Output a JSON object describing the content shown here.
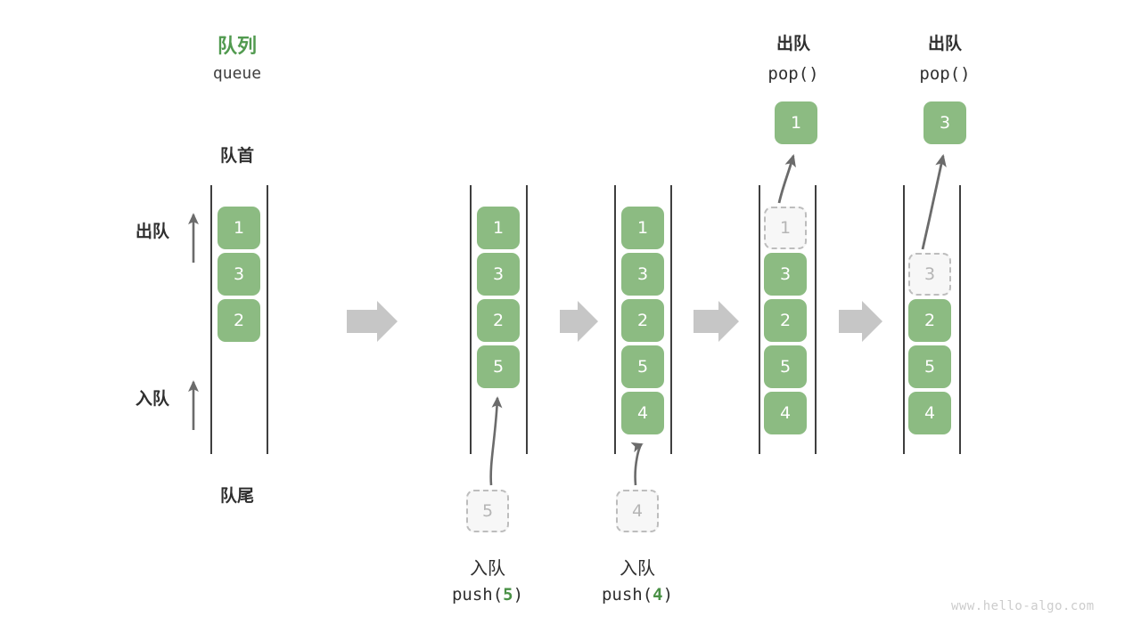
{
  "diagram": {
    "title_cn": "队列",
    "title_en": "queue",
    "front_label": "队首",
    "rear_label": "队尾",
    "dequeue_side_label": "出队",
    "enqueue_side_label": "入队",
    "watermark": "www.hello-algo.com",
    "colors": {
      "node_fill": "#8cbb82",
      "node_text": "#ffffff",
      "ghost_fill": "#f7f7f7",
      "ghost_border": "#bdbdbd",
      "ghost_text": "#b5b5b5",
      "accent_green": "#519a4f",
      "rail": "#3f3f3f",
      "step_arrow": "#c6c6c6",
      "motion_arrow": "#6b6b6b",
      "text": "#2f2f2f",
      "watermark": "#cccccc"
    }
  },
  "steps": [
    {
      "id": "initial",
      "nodes": [
        "1",
        "3",
        "2"
      ],
      "ghost_in_queue": null,
      "result_node": null,
      "incoming_ghost": null,
      "caption_cn": "",
      "caption_code": "",
      "top_label_cn": "",
      "top_label_code": ""
    },
    {
      "id": "push-5",
      "nodes": [
        "1",
        "3",
        "2",
        "5"
      ],
      "ghost_in_queue": null,
      "result_node": null,
      "incoming_ghost": "5",
      "caption_cn": "入队",
      "caption_code_prefix": "push(",
      "caption_code_arg": "5",
      "caption_code_suffix": ")",
      "top_label_cn": "",
      "top_label_code": ""
    },
    {
      "id": "push-4",
      "nodes": [
        "1",
        "3",
        "2",
        "5",
        "4"
      ],
      "ghost_in_queue": null,
      "result_node": null,
      "incoming_ghost": "4",
      "caption_cn": "入队",
      "caption_code_prefix": "push(",
      "caption_code_arg": "4",
      "caption_code_suffix": ")",
      "top_label_cn": "",
      "top_label_code": ""
    },
    {
      "id": "pop-1",
      "nodes": [
        "3",
        "2",
        "5",
        "4"
      ],
      "ghost_in_queue": "1",
      "result_node": "1",
      "incoming_ghost": null,
      "caption_cn": "",
      "caption_code": "",
      "top_label_cn": "出队",
      "top_label_code": "pop()"
    },
    {
      "id": "pop-3",
      "nodes": [
        "2",
        "5",
        "4"
      ],
      "ghost_in_queue": "3",
      "result_node": "3",
      "incoming_ghost": null,
      "caption_cn": "",
      "caption_code": "",
      "top_label_cn": "出队",
      "top_label_code": "pop()"
    }
  ],
  "step_arrows": [
    {
      "id": "arrow-1-2",
      "label": "transition"
    },
    {
      "id": "arrow-2-3",
      "label": "transition"
    },
    {
      "id": "arrow-3-4",
      "label": "transition"
    },
    {
      "id": "arrow-4-5",
      "label": "transition"
    }
  ]
}
